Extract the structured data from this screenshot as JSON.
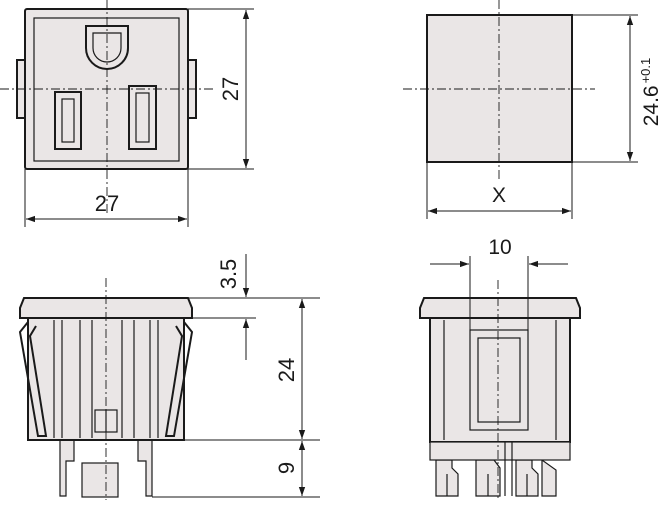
{
  "front_view": {
    "height_dim": "27",
    "width_dim": "27"
  },
  "panel_cutout": {
    "height_dim": "24.6",
    "height_tolerance": "+0.1",
    "width_dim": "X"
  },
  "side_view": {
    "flange_dim": "3.5",
    "body_dim": "24",
    "pin_dim": "9"
  },
  "end_view": {
    "width_dim": "10"
  }
}
